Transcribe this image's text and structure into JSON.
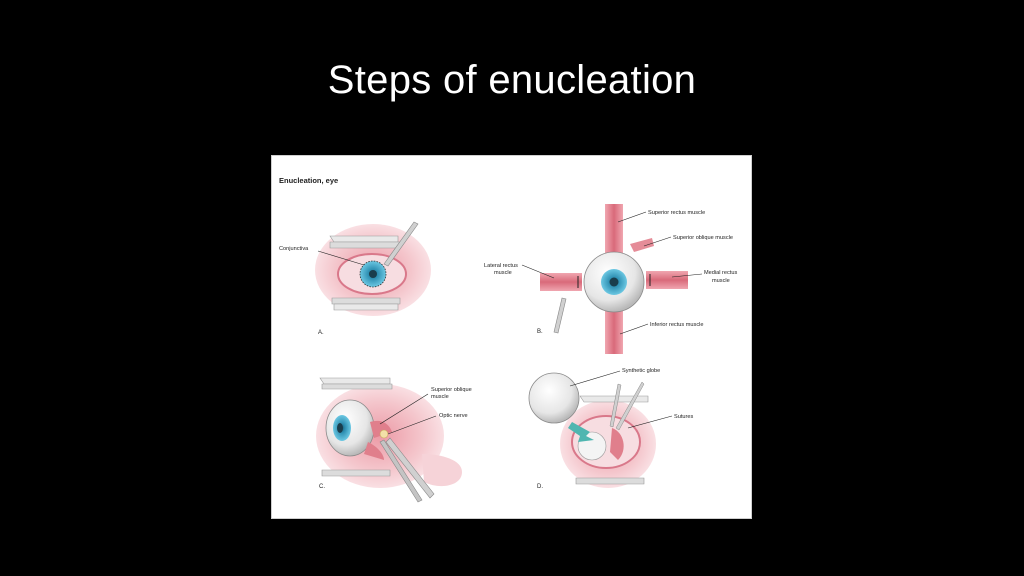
{
  "slide": {
    "title": "Steps of enucleation"
  },
  "figure": {
    "title": "Enucleation, eye",
    "panels": {
      "a": {
        "letter": "A.",
        "labels": {
          "conjunctiva": "Conjunctiva"
        }
      },
      "b": {
        "letter": "B.",
        "labels": {
          "superior_rectus": "Superior rectus muscle",
          "superior_oblique": "Superior oblique muscle",
          "lateral_rectus_1": "Lateral rectus",
          "lateral_rectus_2": "muscle",
          "medial_rectus_1": "Medial rectus",
          "medial_rectus_2": "muscle",
          "inferior_rectus": "Inferior rectus muscle"
        }
      },
      "c": {
        "letter": "C.",
        "labels": {
          "superior_oblique_1": "Superior oblique",
          "superior_oblique_2": "muscle",
          "optic_nerve": "Optic nerve"
        }
      },
      "d": {
        "letter": "D.",
        "labels": {
          "synthetic_globe": "Synthetic globe",
          "sutures": "Sutures"
        }
      }
    },
    "colors": {
      "muscle": "#e07f8c",
      "tissue": "#f3c5cb",
      "iris": "#3aa6c7",
      "retractor": "#d8d8d8"
    }
  }
}
